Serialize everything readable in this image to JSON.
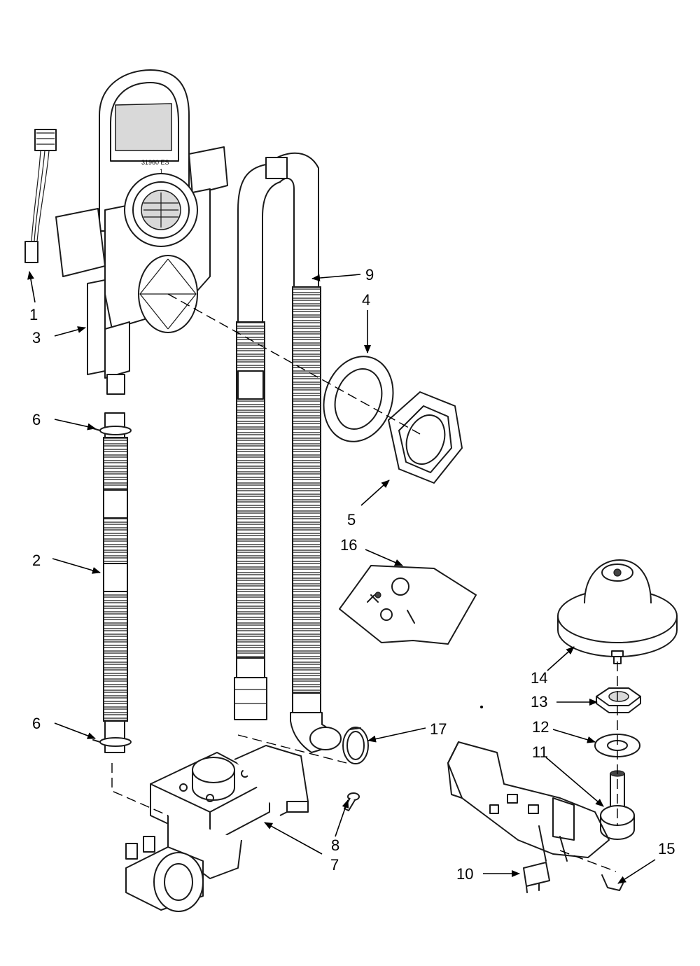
{
  "diagram": {
    "molded_text": [
      "31960 ES",
      "1"
    ],
    "callouts": [
      "1",
      "2",
      "3",
      "4",
      "5",
      "6",
      "6",
      "7",
      "8",
      "9",
      "10",
      "11",
      "12",
      "13",
      "14",
      "15",
      "16",
      "17"
    ]
  }
}
